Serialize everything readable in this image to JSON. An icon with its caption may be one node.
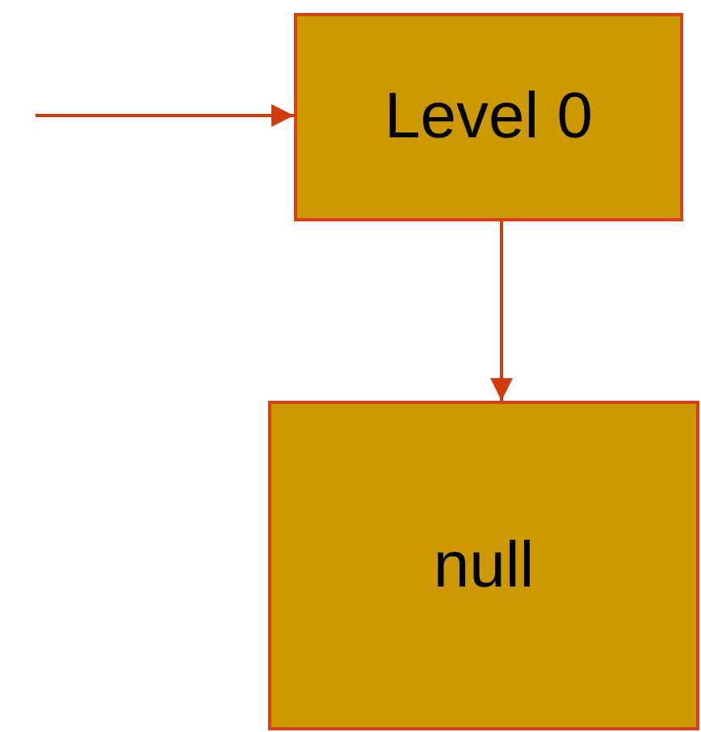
{
  "diagram": {
    "nodes": [
      {
        "text": [
          "Level 0"
        ]
      },
      {
        "text": [
          "null"
        ]
      }
    ],
    "edges": [
      {
        "from": null,
        "to": 0,
        "arrow": "to"
      },
      {
        "from": 0,
        "to": 1,
        "arrow": "to"
      }
    ]
  }
}
